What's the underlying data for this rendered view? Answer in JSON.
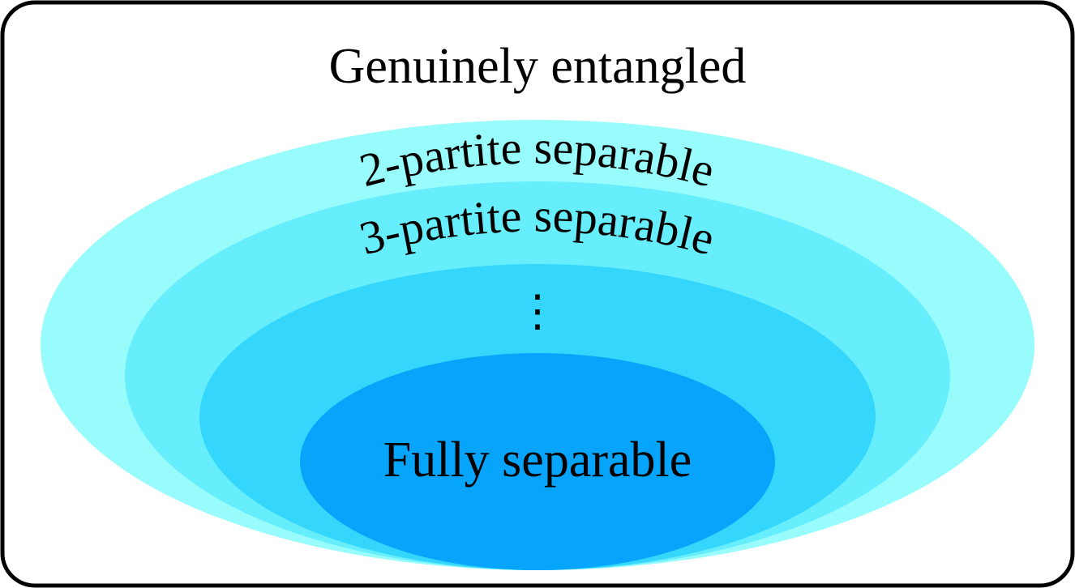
{
  "diagram": {
    "title": "Genuinely entangled",
    "levels": [
      {
        "label": "2-partite separable",
        "color": "#98FBFC"
      },
      {
        "label": "3-partite separable",
        "color": "#66EEFC"
      },
      {
        "label": "",
        "color": "#35D6FC"
      },
      {
        "label": "Fully separable",
        "color": "#06A4FA"
      }
    ],
    "ellipsis": "⋮",
    "frame_color": "#000000",
    "background": "#FFFFFF"
  }
}
